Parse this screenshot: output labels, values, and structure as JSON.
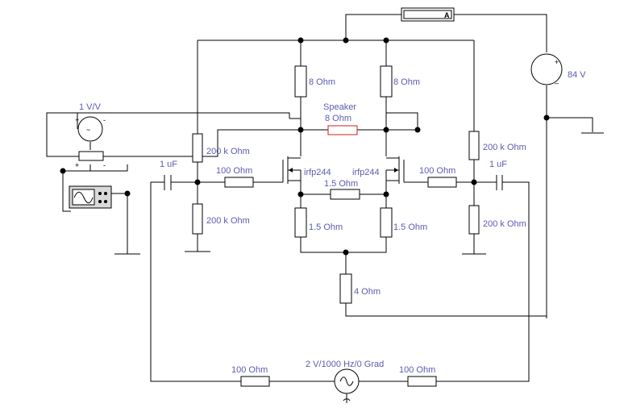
{
  "labels": {
    "ammeter_unit": "A",
    "supply_voltage": "84 V",
    "vcvs_gain": "1 V/V",
    "speaker_title": "Speaker",
    "speaker_ohm": "8  Ohm",
    "drain_left": "8  Ohm",
    "drain_right": "8  Ohm",
    "bias_top_left": "200 k Ohm",
    "bias_bot_left": "200 k Ohm",
    "bias_top_right": "200 k Ohm",
    "bias_bot_right": "200 k Ohm",
    "gate_left": "100  Ohm",
    "gate_right": "100  Ohm",
    "cap_left": "1 uF",
    "cap_right": "1 uF",
    "mosfet_left": "irfp244",
    "mosfet_right": "irfp244",
    "source_bridge": "1.5  Ohm",
    "source_left": "1.5  Ohm",
    "source_right": "1.5  Ohm",
    "tail": "4  Ohm",
    "gen_series_left": "100  Ohm",
    "gen_series_right": "100  Ohm",
    "generator": "2 V/1000 Hz/0 Grad"
  },
  "colors": {
    "wire": "#000000",
    "label": "#5b5bb3",
    "speaker_outline": "#d21f1f",
    "oscilloscope_body": "#d9d9d9",
    "oscilloscope_screen": "#ffffff"
  },
  "icons": [
    "ammeter-icon",
    "dc-voltage-source-icon",
    "ac-generator-icon",
    "oscilloscope-icon",
    "vcvs-icon",
    "ground-icon",
    "capacitor-icon",
    "mosfet-icon"
  ]
}
